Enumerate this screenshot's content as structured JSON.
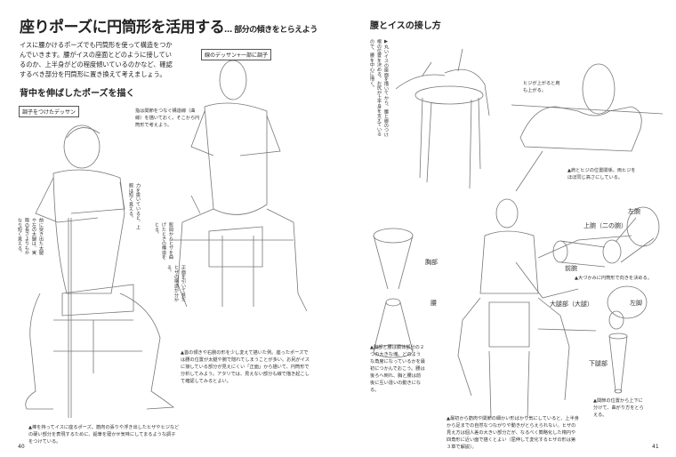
{
  "left_page": {
    "title": "座りポーズに円筒形を活用する",
    "subtitle": "… 部分の傾きをとらえよう",
    "intro_lines": [
      "イスに腰かけるポーズでも円筒形を使って構造をつか",
      "んでいきます。腰がイスの座面とどのように接してい",
      "るのか、上半身がどの程度傾いているのかなど、確認",
      "するべき部分を円筒形に置き換えて考えましょう。"
    ],
    "section_heading": "背中を伸ばしたポーズを描く",
    "label_shaded": "調子をつけたデッサン",
    "label_line": "線のデッサン+一部に調子",
    "note_fingers": "指は関節をつなぐ構造線（曲線）を描いておく。そこから円筒形で考えよう。",
    "note_shoulder": "力を抜いていると、上腕は短く見える。",
    "note_thigh": "前に突き出た太腿や左の太腿は、実際の長さよりもかなり短く見える。",
    "note_crotch": "股間からヒザを曲げたときの構造をとる。",
    "note_knee": "正面を引いて見たヒザの構造が分かる。",
    "caption_bottom": "▲棒を持ってイスに座るポーズ。筋肉の張りや浮き出したヒザやヒジなどの硬い部分を表現するために、鉛筆を寝かせ気味にしてまるような調子をつけている。",
    "caption_right": "▲首の傾きや右腕の形を少し変えて描いた例。座ったポーズでは腰の位置が太腿や腕で隠れてしまうことが多い。お尻がイスに接している部分が見えにくい「正面」から描いて、円筒形で分析してみよう。アタリでは、見えない部分も線で描き起こして確認してみるとよい。",
    "page_number": "40"
  },
  "right_page": {
    "heading": "腰とイスの接し方",
    "vertical_note": "▶丸いイスの座面を描いてから、腰と脚のつけ根の位置を決める。お尻が上半身を支えているので、腰を中心に描く。",
    "note_elbow": "ヒジが上がると肩も上がる。",
    "caption_shoulder": "▲肩とヒジの位置関係。両ヒジをほぼ同じ高さにしている。",
    "label_chest": "胸部",
    "label_waist": "腰",
    "label_left_arm": "左腕",
    "label_upper_arm": "上腕（二の腕）",
    "label_forearm": "前腕",
    "caption_arm": "▲大づかみに円筒形で向きを決める。",
    "label_thigh": "大腿部（大腿）",
    "label_left_leg": "左脚",
    "label_lower_leg": "下腿部",
    "caption_torso": "▲胸部と腰は胴体部分の２つの大きな塊。どのような角度になっているかを最初につかんでおこう。腰は後ろへ倒れ、胸と腰は前後に互い違いの動きになる。",
    "caption_leg": "▲関節の位置から上下に分けて、曲がり方をとらえる。",
    "caption_bottom": "▲最初から筋肉や関節の細かい形ばかり気にしていると、上半身から足までの自然なつながりや動きがとらえられない。ヒザの見え方は個人差の大きい部分だが、なるべく簡略化した楕円や四角形に近い面で描くとよい（屈伸して変化するヒザの形は第３章で解説）。",
    "page_number": "41"
  }
}
